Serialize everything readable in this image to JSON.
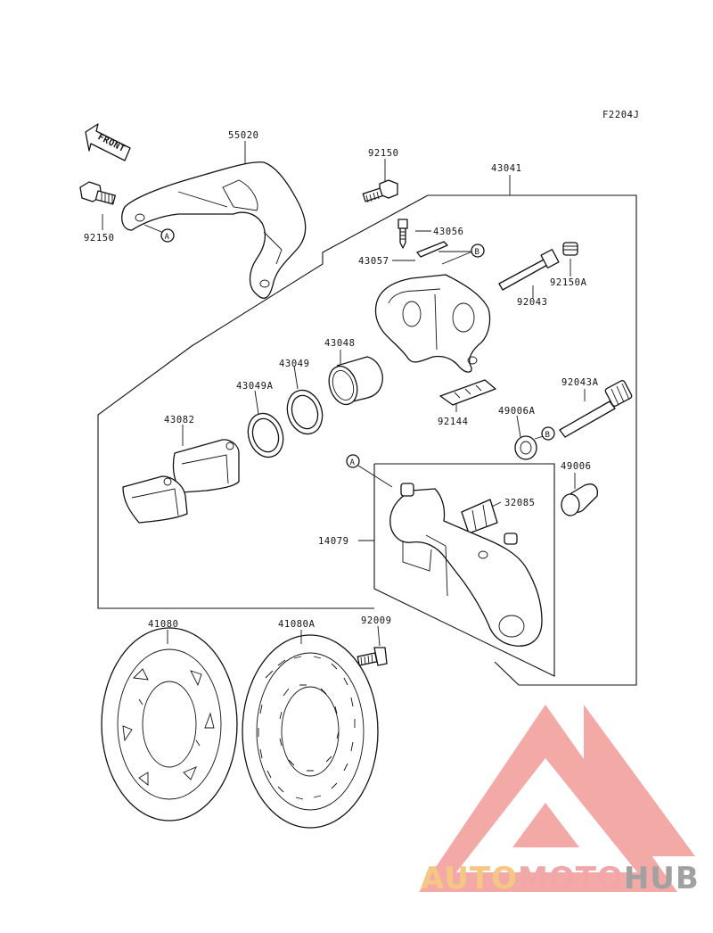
{
  "diagram": {
    "code": "F2204J",
    "front_label": "FRONT",
    "parts": {
      "p55020": "55020",
      "p92150_left": "92150",
      "p92150_top": "92150",
      "p43041": "43041",
      "p43056": "43056",
      "p43057": "43057",
      "p92150A": "92150A",
      "p92043": "92043",
      "p43048": "43048",
      "p43049": "43049",
      "p43049A": "43049A",
      "p43082": "43082",
      "p92043A": "92043A",
      "p92144": "92144",
      "p49006A": "49006A",
      "p49006": "49006",
      "p32085": "32085",
      "p14079": "14079",
      "p41080": "41080",
      "p41080A": "41080A",
      "p92009": "92009"
    },
    "markers": {
      "a1": "A",
      "a2": "A",
      "b1": "B",
      "b2": "B"
    }
  },
  "watermark": {
    "part1": "AUTO",
    "part2": "MOTO",
    "part3": "HUB",
    "colors": {
      "triangle": "#f3a3a0",
      "auto": "#f6c27a",
      "moto": "#f0a0a0",
      "hub": "#9a9a9a"
    }
  }
}
